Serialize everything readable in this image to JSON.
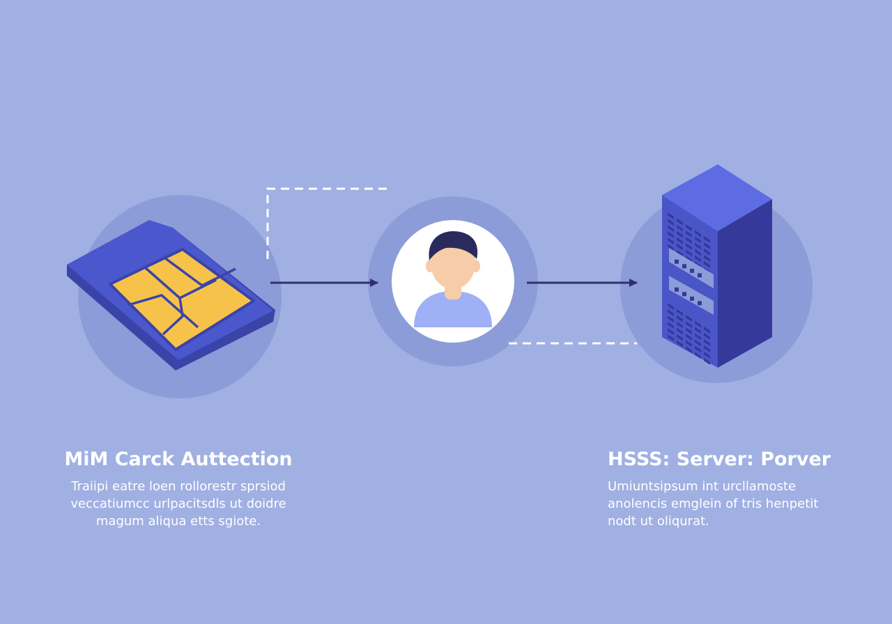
{
  "colors": {
    "background": "#a0b0e2",
    "node_halo": "#8c9cd8",
    "sim_card": "#4b57cc",
    "sim_card_edge": "#3a44a8",
    "chip_gold": "#f6c24a",
    "chip_line": "#3a44a8",
    "user_circle": "#ffffff",
    "user_hair": "#2b2a5c",
    "user_skin": "#f7cca8",
    "user_shirt": "#9fb0f6",
    "server_front": "#4a55c8",
    "server_side": "#34399a",
    "server_top": "#5e6ce4",
    "arrow": "#2f3168",
    "dashed_line": "#ffffff",
    "title_text": "#ffffff",
    "body_text": "#ffffff"
  },
  "icons": {
    "sim": "sim-card-icon",
    "user": "user-avatar-icon",
    "server": "server-rack-icon"
  },
  "left_caption": {
    "title": "MiM Carck Auttection",
    "lines": [
      "Traiipi eatre loen rollorestr sprsiod",
      "veccatiumcc urlpacitsdls ut doidre",
      "magum aliqua etts sgiote."
    ]
  },
  "right_caption": {
    "title": "HSSS: Server: Porver",
    "lines": [
      "Umiuntsipsum int urcllamoste",
      "anolencis emglein of tris henpetit",
      "nodt ut oliqurat."
    ]
  }
}
